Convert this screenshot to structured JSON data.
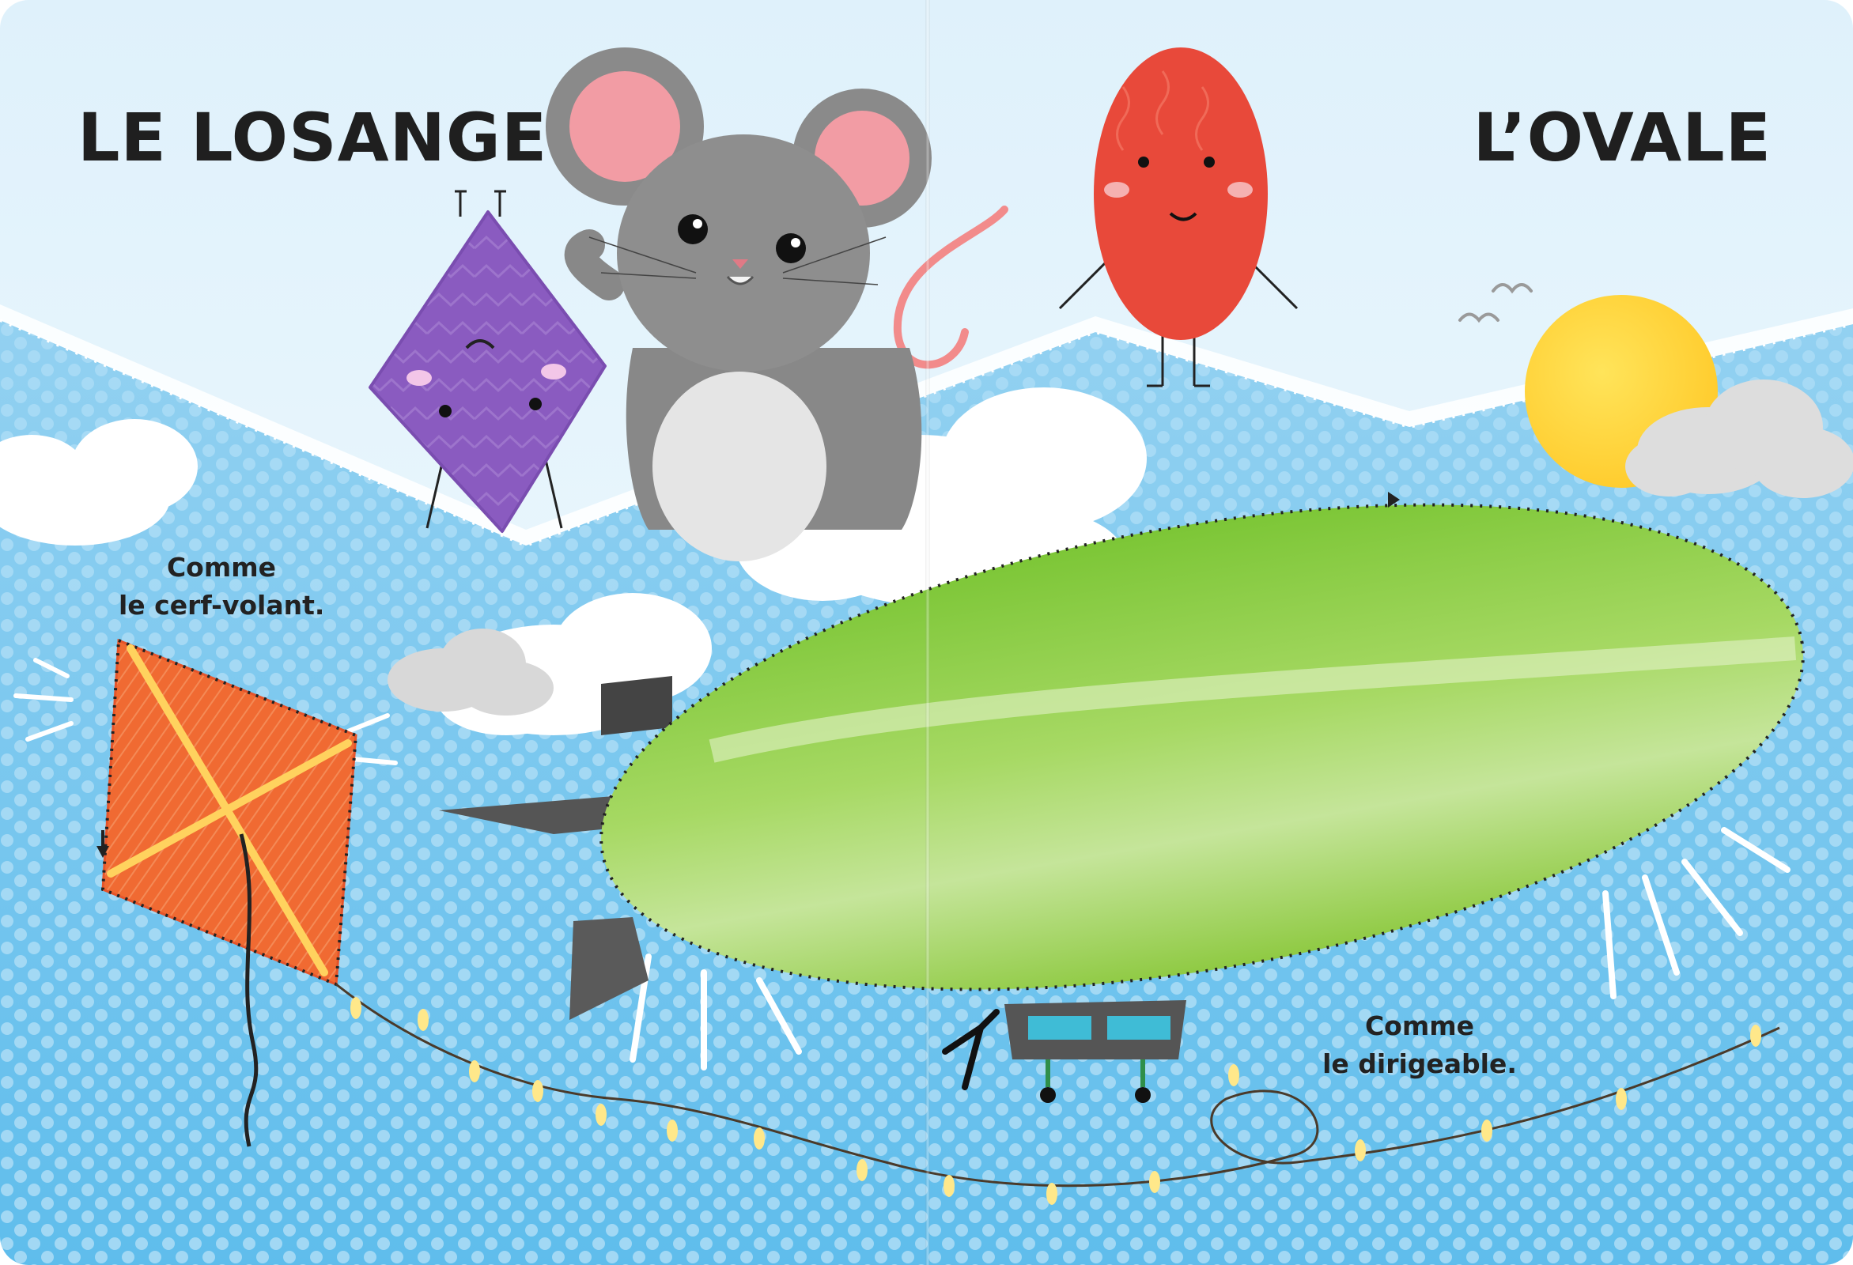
{
  "left_page": {
    "title": "LE LOSANGE",
    "caption_line1": "Comme",
    "caption_line2": "le cerf-volant.",
    "shape_character": "rhombus-character",
    "example_object": "kite-icon"
  },
  "right_page": {
    "title": "L’OVALE",
    "caption_line1": "Comme",
    "caption_line2": "le dirigeable.",
    "shape_character": "oval-character",
    "example_object": "airship-icon"
  },
  "mascot": "mouse-character",
  "colors": {
    "sky": "#eaf7fd",
    "blue_band": "#8fcdef",
    "rhombus": "#8a5bc0",
    "oval": "#e8493a",
    "kite": "#f06a32",
    "airship": "#8ccc3c",
    "sun": "#ffd43a",
    "mouse": "#8e8e8e",
    "text": "#1f1f1f"
  }
}
